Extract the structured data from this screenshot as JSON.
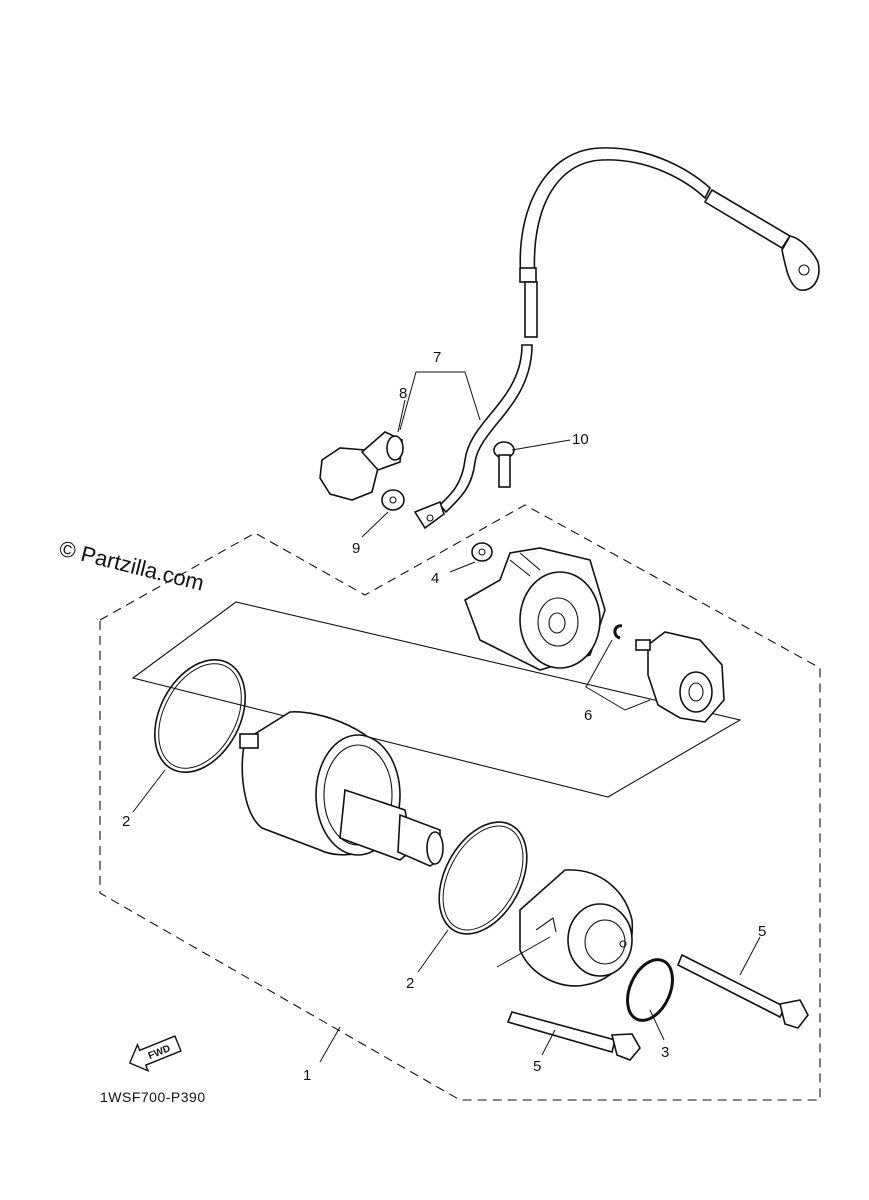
{
  "watermark": "© Partzilla.com",
  "diagram_code": "1WSF700-P390",
  "direction_badge": "FWD",
  "callouts": [
    {
      "id": "c1",
      "label": "1"
    },
    {
      "id": "c2a",
      "label": "2"
    },
    {
      "id": "c2b",
      "label": "2"
    },
    {
      "id": "c3",
      "label": "3"
    },
    {
      "id": "c4",
      "label": "4"
    },
    {
      "id": "c5a",
      "label": "5"
    },
    {
      "id": "c5b",
      "label": "5"
    },
    {
      "id": "c6",
      "label": "6"
    },
    {
      "id": "c7",
      "label": "7"
    },
    {
      "id": "c8",
      "label": "8"
    },
    {
      "id": "c9",
      "label": "9"
    },
    {
      "id": "c10",
      "label": "10"
    }
  ]
}
